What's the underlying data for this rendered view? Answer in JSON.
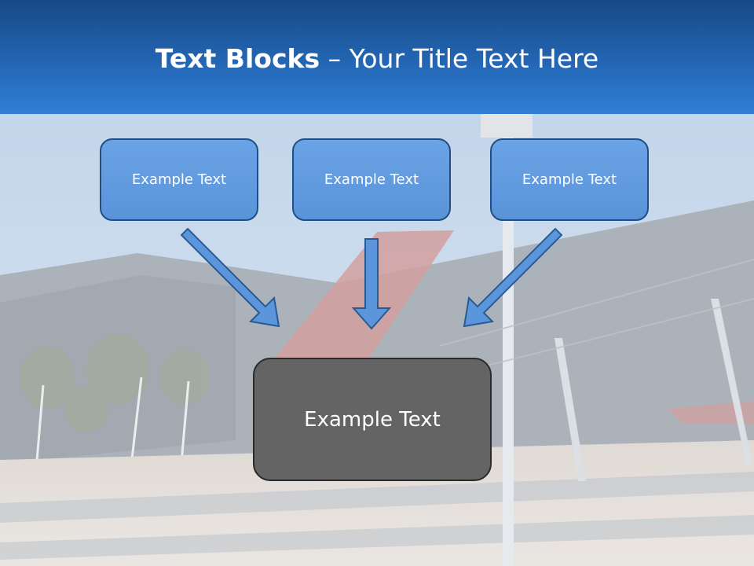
{
  "title": {
    "bold": "Text Blocks",
    "separator": " – ",
    "rest": "Your Title Text Here"
  },
  "blocks": [
    {
      "label": "Example Text"
    },
    {
      "label": "Example Text"
    },
    {
      "label": "Example Text"
    }
  ],
  "main_block": {
    "label": "Example Text"
  },
  "colors": {
    "title_band": "#2466b4",
    "block_fill": "#5a93d8",
    "block_border": "#1f4f86",
    "main_fill": "#646464",
    "arrow_fill": "#5b95db"
  }
}
